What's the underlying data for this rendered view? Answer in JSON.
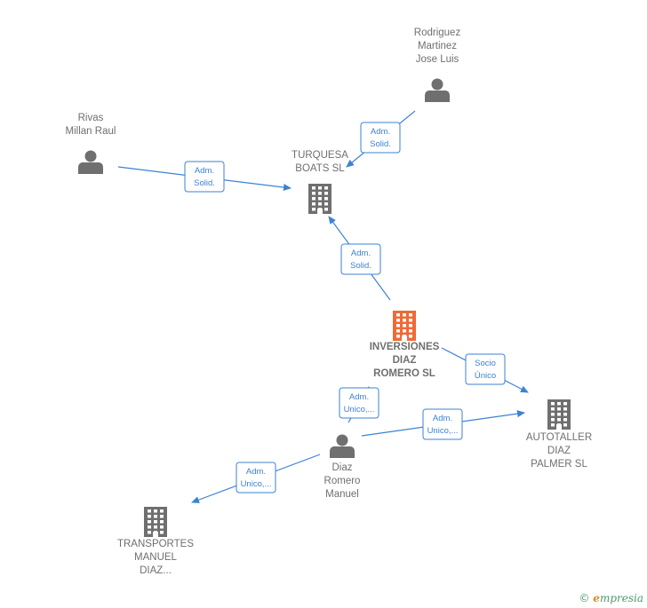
{
  "nodes": {
    "rodriguez": {
      "type": "person",
      "label": [
        "Rodriguez",
        "Martinez",
        "Jose Luis"
      ]
    },
    "rivas": {
      "type": "person",
      "label": [
        "Rivas",
        "Millan Raul"
      ]
    },
    "turquesa": {
      "type": "company",
      "label": [
        "TURQUESA",
        "BOATS  SL"
      ]
    },
    "inversiones": {
      "type": "company-main",
      "label": [
        "INVERSIONES",
        "DIAZ",
        "ROMERO  SL"
      ]
    },
    "autotaller": {
      "type": "company",
      "label": [
        "AUTOTALLER",
        "DIAZ",
        "PALMER  SL"
      ]
    },
    "diaz": {
      "type": "person",
      "label": [
        "Diaz",
        "Romero",
        "Manuel"
      ]
    },
    "transportes": {
      "type": "company",
      "label": [
        "TRANSPORTES",
        "MANUEL",
        "DIAZ..."
      ]
    }
  },
  "edges": [
    {
      "from": "rodriguez",
      "to": "turquesa",
      "label": [
        "Adm.",
        "Solid."
      ]
    },
    {
      "from": "rivas",
      "to": "turquesa",
      "label": [
        "Adm.",
        "Solid."
      ]
    },
    {
      "from": "inversiones",
      "to": "turquesa",
      "label": [
        "Adm.",
        "Solid."
      ]
    },
    {
      "from": "inversiones",
      "to": "autotaller",
      "label": [
        "Socio",
        "Único"
      ]
    },
    {
      "from": "diaz",
      "to": "inversiones",
      "label": [
        "Adm.",
        "Unico,..."
      ]
    },
    {
      "from": "diaz",
      "to": "autotaller",
      "label": [
        "Adm.",
        "Unico,..."
      ]
    },
    {
      "from": "diaz",
      "to": "transportes",
      "label": [
        "Adm.",
        "Unico,..."
      ]
    }
  ],
  "colors": {
    "edge": "#3b82d6",
    "icon": "#6f6f6f",
    "main_icon": "#f06a35"
  },
  "footer": {
    "copyright": "©",
    "brand": "mpresia",
    "brand_initial": "e"
  }
}
